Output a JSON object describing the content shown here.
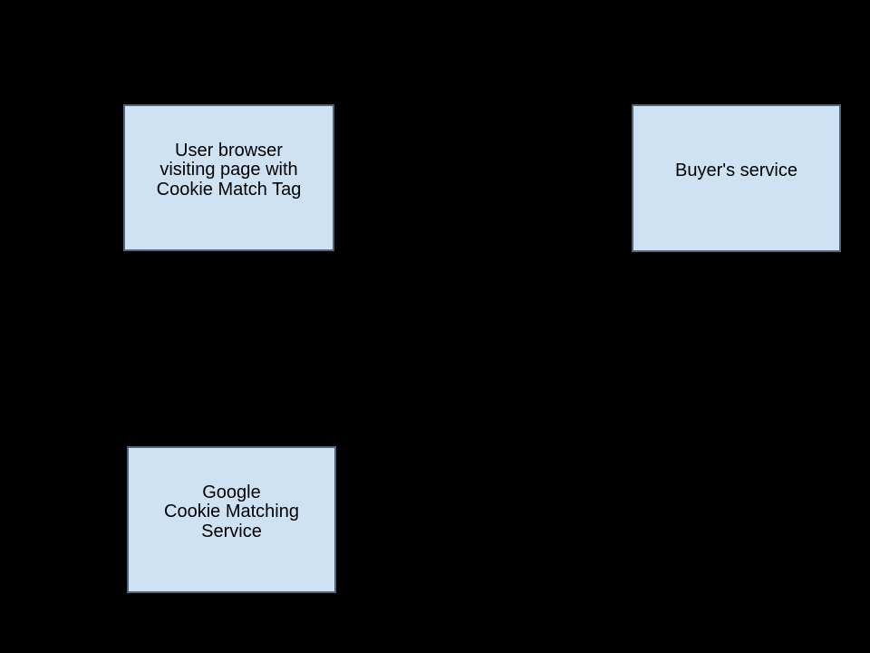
{
  "diagram": {
    "type": "flow-diagram",
    "background": "black",
    "nodes": [
      {
        "id": "user-browser",
        "lines": [
          "User browser",
          "visiting page with",
          "Cookie Match Tag"
        ]
      },
      {
        "id": "buyers-service",
        "lines": [
          "Buyer's service"
        ]
      },
      {
        "id": "google-cookie-matching-service",
        "lines": [
          "Google",
          "Cookie Matching",
          "Service"
        ]
      }
    ]
  },
  "colors": {
    "background": "#000000",
    "node_fill": "#cfe2f3",
    "node_border": "#50647a",
    "text": "#000000"
  }
}
